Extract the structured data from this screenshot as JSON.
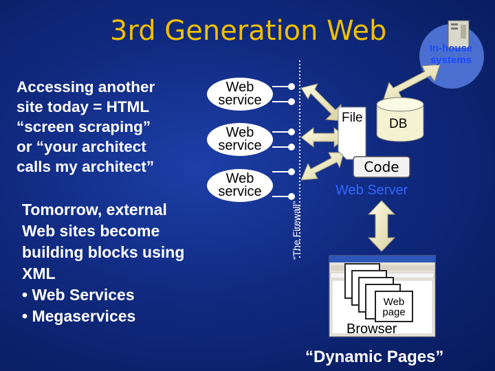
{
  "title": "3rd Generation Web",
  "today_text": "Accessing another\nsite today = HTML\n“screen scraping”\nor “your architect\ncalls my architect”",
  "tomorrow_text": "Tomorrow, external\nWeb sites become\nbuilding blocks using\nXML\n• Web Services\n• Megaservices",
  "web_services": [
    {
      "line1": "Web",
      "line2": "service"
    },
    {
      "line1": "Web",
      "line2": "service"
    },
    {
      "line1": "Web",
      "line2": "service"
    }
  ],
  "firewall_label": "“The Firewall”",
  "inhouse_label": "In-house\nsystems",
  "file_label": "File",
  "db_label": "DB",
  "code_label": "Code",
  "webserver_label": "Web Server",
  "browser_label": "Browser",
  "web_page": {
    "line1": "Web",
    "line2": "page"
  },
  "dynamic_label": "“Dynamic Pages”",
  "colors": {
    "title": "#f0c000",
    "background": "#102a80",
    "accent_blue": "#3366ff",
    "arrow": "#f6f2c8"
  }
}
